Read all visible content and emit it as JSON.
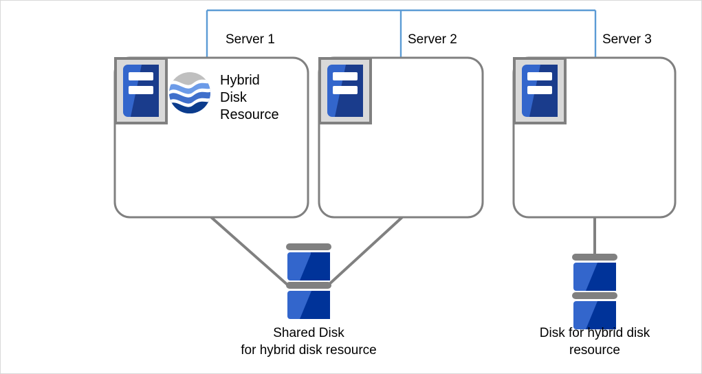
{
  "diagram": {
    "title": "Hybrid disk resource configuration",
    "colors": {
      "network_line": "#5B9BD5",
      "box_border": "#808080",
      "connector": "#808080",
      "disk_light_blue": "#3366CC",
      "disk_dark_blue": "#003399",
      "disk_gray_bar": "#808080",
      "icon_frame_fill": "#D9D9D9",
      "icon_frame_border": "#808080",
      "globe_gray": "#BFBFBF",
      "globe_light": "#6C9BE8",
      "globe_mid": "#3F6FCB",
      "globe_dark": "#0B3B8C",
      "page_border": "#D8D8D8",
      "text": "#000000"
    },
    "servers": [
      {
        "label": "Server 1",
        "icon": "server-icon",
        "has_resource": true
      },
      {
        "label": "Server 2",
        "icon": "server-icon",
        "has_resource": false
      },
      {
        "label": "Server 3",
        "icon": "server-icon",
        "has_resource": false
      }
    ],
    "resource": {
      "icon": "hybrid-disk-resource-globe-icon",
      "label_line1": "Hybrid",
      "label_line2": "Disk",
      "label_line3": "Resource"
    },
    "disks": [
      {
        "name": "shared-disk",
        "icon": "disk-stack-icon",
        "caption_line1": "Shared Disk",
        "caption_line2": "for hybrid disk resource",
        "connected_servers": [
          "Server 1",
          "Server 2"
        ]
      },
      {
        "name": "hybrid-disk",
        "icon": "disk-stack-icon",
        "caption_line1": "Disk for hybrid disk",
        "caption_line2": "resource",
        "connected_servers": [
          "Server 3"
        ]
      }
    ],
    "network": {
      "name": "interconnect-network",
      "drop_labels": [
        "Server 1",
        "Server 2",
        "Server 3"
      ]
    }
  }
}
